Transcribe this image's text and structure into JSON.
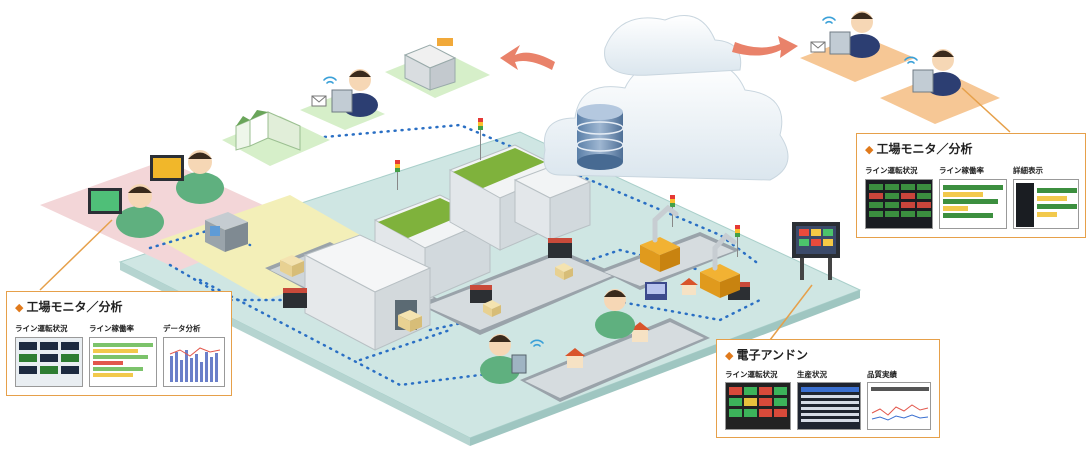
{
  "callouts": {
    "left": {
      "title": "工場モニタ／分析",
      "items": [
        "ライン運転状況",
        "ライン稼働率",
        "データ分析"
      ]
    },
    "right": {
      "title": "工場モニタ／分析",
      "items": [
        "ライン運転状況",
        "ライン稼働率",
        "詳細表示"
      ]
    },
    "andon": {
      "title": "電子アンドン",
      "items": [
        "ライン運転状況",
        "生産状況",
        "品質実績"
      ]
    }
  },
  "colors": {
    "floor": "#cfe6e3",
    "floor_edge": "#a9cfca",
    "accent": "#e6a04a",
    "diamond": "#e07a1c",
    "arrow": "#e9826a",
    "dots": "#2a6fc4"
  },
  "icons": [
    "cloud-icon",
    "database-icon",
    "wifi-icon",
    "mail-icon",
    "factory-icon",
    "house-icon",
    "robot-arm-icon",
    "signal-tower-icon"
  ]
}
